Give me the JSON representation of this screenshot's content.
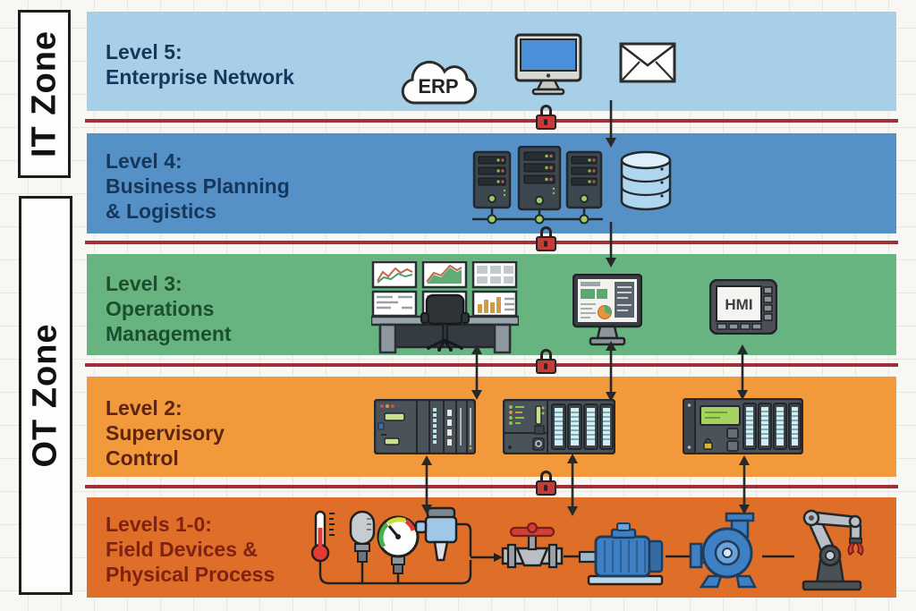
{
  "diagram": {
    "type": "purdue-model-industrial-network-levels",
    "zones": {
      "it_label": "IT Zone",
      "ot_label": "OT Zone"
    },
    "levels": [
      {
        "name": "level-5",
        "lines": [
          "Level 5:",
          "Enterprise Network"
        ],
        "band_color": "#a7d0e8",
        "text_color": "#17365c",
        "icons": [
          "erp-cloud",
          "desktop-monitor",
          "email-envelope"
        ]
      },
      {
        "name": "level-4",
        "lines": [
          "Level 4:",
          "Business Planning",
          "& Logistics"
        ],
        "band_color": "#5591c6",
        "text_color": "#17365c",
        "icons": [
          "server-towers-network",
          "database-cylinder"
        ]
      },
      {
        "name": "level-3",
        "lines": [
          "Level 3:",
          "Operations",
          "Management"
        ],
        "band_color": "#68b481",
        "text_color": "#1b4f2d",
        "icons": [
          "control-room-workstation",
          "scada-dashboard-monitor",
          "hmi-panel"
        ]
      },
      {
        "name": "level-2",
        "lines": [
          "Level 2:",
          "Supervisory",
          "Control"
        ],
        "band_color": "#f1993b",
        "text_color": "#5d2511",
        "icons": [
          "plc-rack-1",
          "plc-rack-2",
          "plc-rack-3"
        ]
      },
      {
        "name": "levels-1-0",
        "lines": [
          "Levels 1-0:",
          "Field Devices &",
          "Physical Process"
        ],
        "band_color": "#df6e28",
        "text_color": "#7f2113",
        "icons": [
          "thermometer",
          "level-sensor",
          "pressure-gauge",
          "transmitter",
          "control-valve",
          "electric-motor",
          "centrifugal-pump",
          "robot-arm"
        ]
      }
    ],
    "icon_labels": {
      "erp": "ERP",
      "hmi": "HMI"
    },
    "separators": {
      "count": 4,
      "line_color": "#9e3037",
      "lock_color": "#c63b35",
      "meaning": "firewall boundary with padlock between each level"
    },
    "arrow_color": "#26282a"
  }
}
